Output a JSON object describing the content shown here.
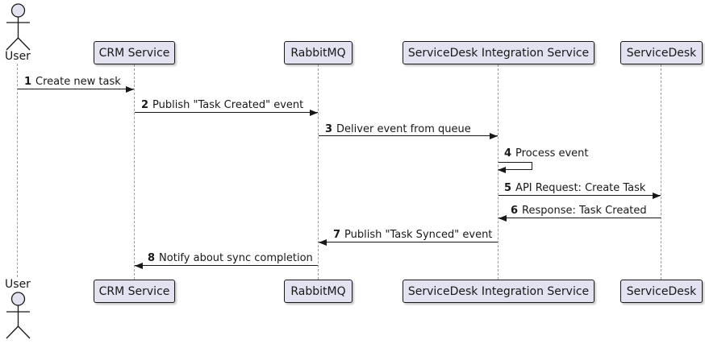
{
  "diagram": {
    "type": "uml-sequence",
    "actor": {
      "label": "User"
    },
    "participants": [
      {
        "label": "CRM Service"
      },
      {
        "label": "RabbitMQ"
      },
      {
        "label": "ServiceDesk Integration Service"
      },
      {
        "label": "ServiceDesk"
      }
    ],
    "messages": [
      {
        "num": "1",
        "text": "Create new task",
        "from": "User",
        "to": "CRM Service",
        "direction": "right"
      },
      {
        "num": "2",
        "text": "Publish \"Task Created\" event",
        "from": "CRM Service",
        "to": "RabbitMQ",
        "direction": "right"
      },
      {
        "num": "3",
        "text": "Deliver event from queue",
        "from": "RabbitMQ",
        "to": "ServiceDesk Integration Service",
        "direction": "right"
      },
      {
        "num": "4",
        "text": "Process event",
        "from": "ServiceDesk Integration Service",
        "to": "ServiceDesk Integration Service",
        "direction": "self"
      },
      {
        "num": "5",
        "text": "API Request: Create Task",
        "from": "ServiceDesk Integration Service",
        "to": "ServiceDesk",
        "direction": "right"
      },
      {
        "num": "6",
        "text": "Response: Task Created",
        "from": "ServiceDesk",
        "to": "ServiceDesk Integration Service",
        "direction": "left"
      },
      {
        "num": "7",
        "text": "Publish \"Task Synced\" event",
        "from": "ServiceDesk Integration Service",
        "to": "RabbitMQ",
        "direction": "left"
      },
      {
        "num": "8",
        "text": "Notify about sync completion",
        "from": "RabbitMQ",
        "to": "CRM Service",
        "direction": "left"
      }
    ],
    "colors": {
      "participant_fill": "#E2E2F0",
      "participant_border": "#181818",
      "lifeline": "#9A9A9A",
      "arrow": "#181818",
      "background": "#FFFFFF"
    }
  }
}
